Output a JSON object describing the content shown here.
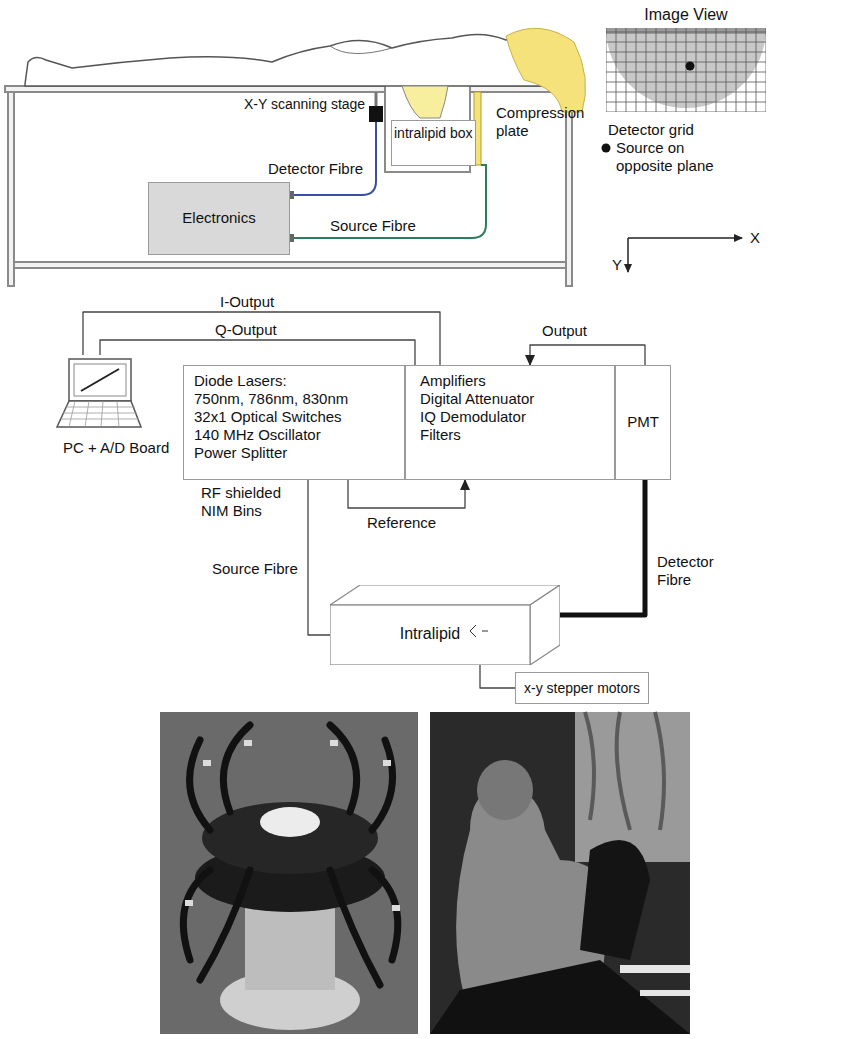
{
  "diagram": {
    "nodes": [
      {
        "text": [
          "Electronics"
        ]
      },
      {
        "text": [
          "intralipid box"
        ]
      },
      {
        "text": [
          "Image View"
        ]
      },
      {
        "text": [
          "PC + A/D Board"
        ]
      },
      {
        "text": [
          "Diode Lasers:",
          "750nm, 786nm, 830nm",
          "32x1 Optical Switches",
          "140 MHz Oscillator",
          "Power Splitter",
          "RF shielded NIM Bins"
        ]
      },
      {
        "text": [
          "Amplifiers",
          "Digital Attenuator",
          "IQ Demodulator",
          "Filters"
        ]
      },
      {
        "text": [
          "PMT"
        ]
      },
      {
        "text": [
          "Intralipid"
        ]
      },
      {
        "text": [
          "x-y stepper motors"
        ]
      }
    ],
    "edges": [
      {
        "from": 5,
        "to": 3,
        "label": "I-Output",
        "arrow": "none"
      },
      {
        "from": 5,
        "to": 3,
        "label": "Q-Output",
        "arrow": "none"
      },
      {
        "from": 6,
        "to": 5,
        "label": "Output",
        "arrow": "to"
      },
      {
        "from": 4,
        "to": 5,
        "label": "Reference",
        "arrow": "to"
      },
      {
        "from": 4,
        "to": 7,
        "label": "Source Fibre",
        "arrow": "none"
      },
      {
        "from": 7,
        "to": 6,
        "label": "Detector Fibre",
        "arrow": "none"
      },
      {
        "from": 8,
        "to": 7,
        "arrow": "none"
      }
    ],
    "labels": [
      "X-Y scanning stage",
      "Compression plate",
      "Detector Fibre",
      "Source Fibre",
      "Detector grid",
      "Source on opposite plane",
      "X",
      "Y"
    ]
  }
}
